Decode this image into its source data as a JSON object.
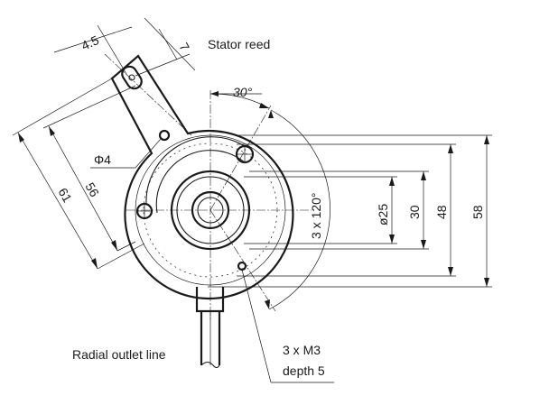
{
  "labels": {
    "stator_reed": "Stator reed",
    "radial_outlet_line": "Radial outlet line",
    "thread": "3 x M3",
    "depth": "depth 5"
  },
  "dimensions": {
    "d4_5": "4.5",
    "d7": "7",
    "d30deg": "30°",
    "phi4": "Φ4",
    "d56": "56",
    "d61": "61",
    "angle_3x120": "3 x 120°",
    "phi25": "ø25",
    "d30": "30",
    "d48": "48",
    "d58": "58"
  }
}
